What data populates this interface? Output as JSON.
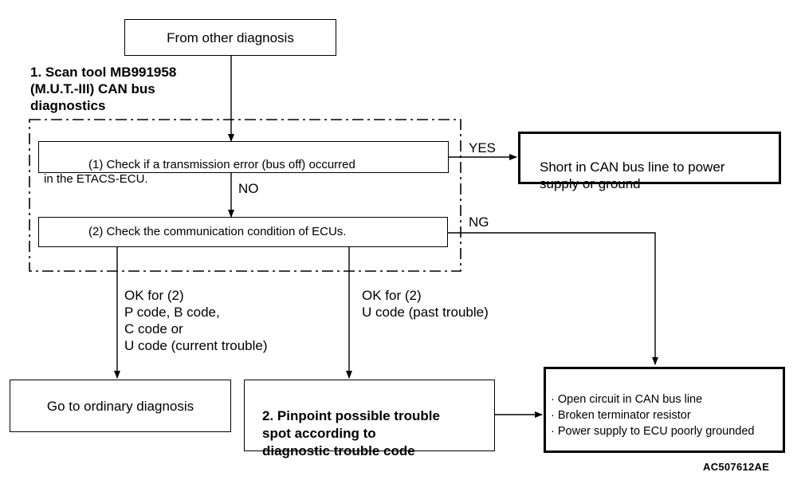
{
  "start": {
    "label": "From other diagnosis"
  },
  "scan_tool": {
    "heading": "1. Scan tool MB991958\n(M.U.T.-III) CAN bus\ndiagnostics"
  },
  "step1": {
    "label": "(1) Check if a transmission error (bus off) occurred\nin the ETACS-ECU."
  },
  "step2": {
    "label": "(2) Check the communication condition of ECUs."
  },
  "branches": {
    "yes": "YES",
    "no": "NO",
    "ng": "NG",
    "ok_current": "OK for (2)\nP code, B code,\nC code or\nU code (current trouble)",
    "ok_past": "OK for (2)\nU code (past trouble)"
  },
  "result_short": {
    "label": "Short in CAN bus line to power\nsupply or ground"
  },
  "ordinary": {
    "label": "Go to ordinary diagnosis"
  },
  "pinpoint": {
    "label": "2. Pinpoint possible trouble\nspot according to\ndiagnostic trouble code"
  },
  "causes": {
    "items": [
      "Open circuit in CAN bus line",
      "Broken terminator resistor",
      "Power supply to ECU poorly grounded"
    ]
  },
  "figure_code": "AC507612AE"
}
